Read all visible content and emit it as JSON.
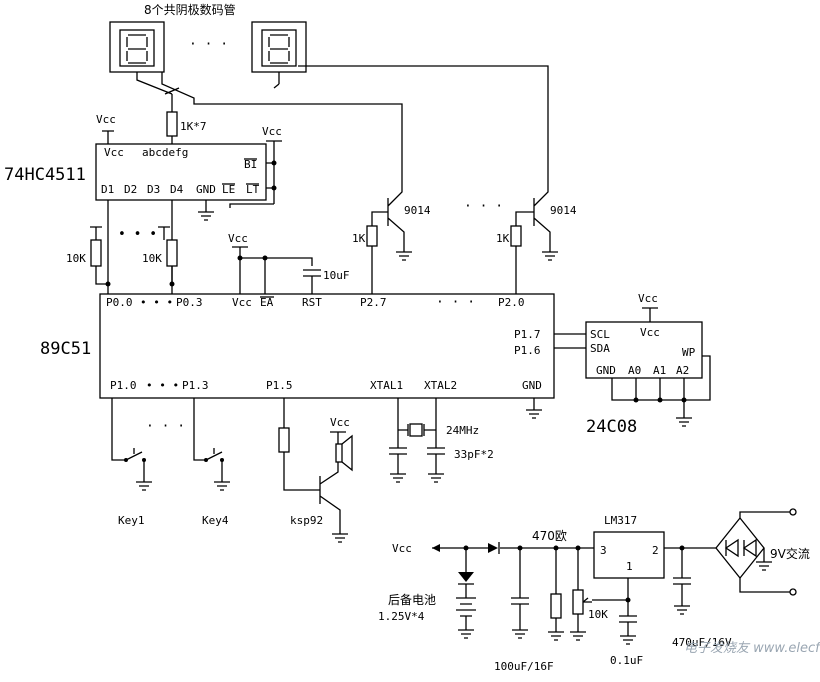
{
  "display": {
    "title": "8个共阴极数码管",
    "ellipsis": "· · ·"
  },
  "decoder": {
    "name": "74HC4511",
    "vcc": "Vcc",
    "segments": "abcdefg",
    "bi": "BI",
    "le": "LE",
    "lt": "LT",
    "d1": "D1",
    "d2": "D2",
    "d3": "D3",
    "d4": "D4",
    "gnd": "GND"
  },
  "mcu": {
    "name": "89C51",
    "p00": "P0.0",
    "p03": "P0.3",
    "dots": "• • •",
    "vcc": "Vcc",
    "ea": "EA",
    "rst": "RST",
    "p27": "P2.7",
    "p20": "P2.0",
    "p17": "P1.7",
    "p16": "P1.6",
    "p10": "P1.0",
    "p13": "P1.3",
    "p15": "P1.5",
    "xtal1": "XTAL1",
    "xtal2": "XTAL2",
    "gnd": "GND"
  },
  "eeprom": {
    "name": "24C08",
    "scl": "SCL",
    "sda": "SDA",
    "vcc": "Vcc",
    "wp": "WP",
    "gnd": "GND",
    "a0": "A0",
    "a1": "A1",
    "a2": "A2"
  },
  "components": {
    "res_1k7": "1K*7",
    "vcc": "Vcc",
    "res_10k": "10K",
    "cap_10uf": "10uF",
    "res_1k": "1K",
    "transistor": "9014",
    "crystal": "24MHz",
    "caps_33pf": "33pF*2",
    "key1": "Key1",
    "key4": "Key4",
    "ksp92": "ksp92",
    "key_dots": "· · ·",
    "vcc_out": "Vcc",
    "res_470": "470欧",
    "lm317": "LM317",
    "pin3": "3",
    "pin2": "2",
    "pin1": "1",
    "res_10k_pot": "10K",
    "battery_label": "后备电池",
    "battery_spec": "1.25V*4",
    "cap_100uf": "100uF/16F",
    "cap_01uf": "0.1uF",
    "cap_470uf": "470uF/16V",
    "ac_input": "9V交流"
  },
  "watermark": "电子发烧友 www.elecfans.com"
}
